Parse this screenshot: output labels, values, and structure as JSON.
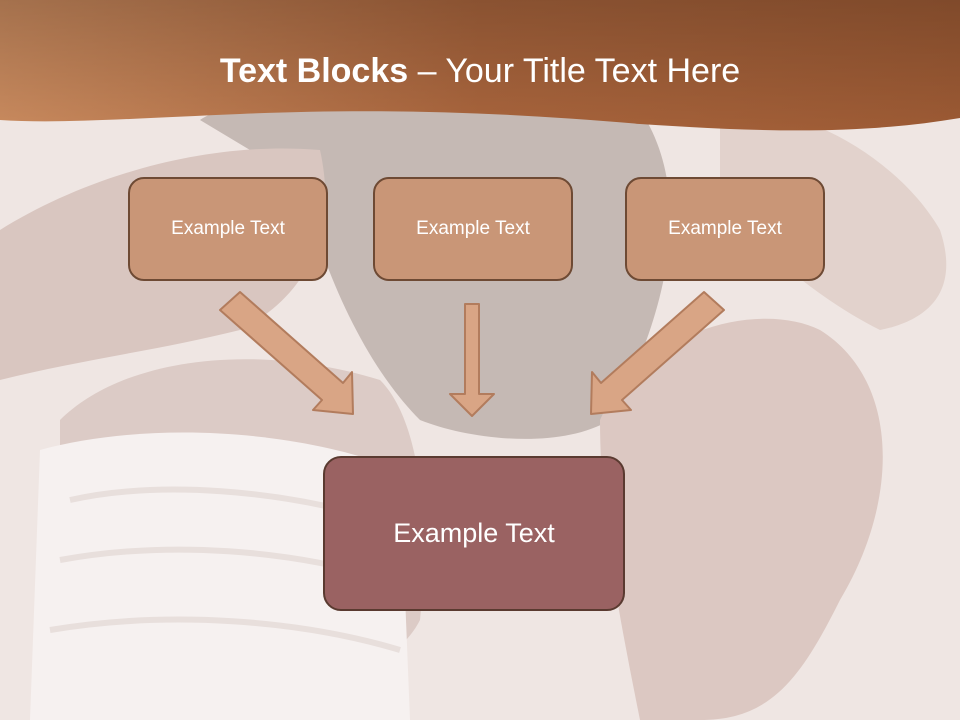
{
  "slide": {
    "title_bold": "Text Blocks",
    "title_separator": " – ",
    "title_rest": "Your Title Text Here",
    "blocks": [
      {
        "label": "Example Text"
      },
      {
        "label": "Example Text"
      },
      {
        "label": "Example Text"
      }
    ],
    "main_block": {
      "label": "Example Text"
    }
  },
  "colors": {
    "header_band": "#b26e42",
    "block_fill": "#c99677",
    "block_border": "#6e4a34",
    "main_fill": "#9a6262",
    "arrow_fill": "#d9a585",
    "arrow_stroke": "#b27c5d"
  }
}
